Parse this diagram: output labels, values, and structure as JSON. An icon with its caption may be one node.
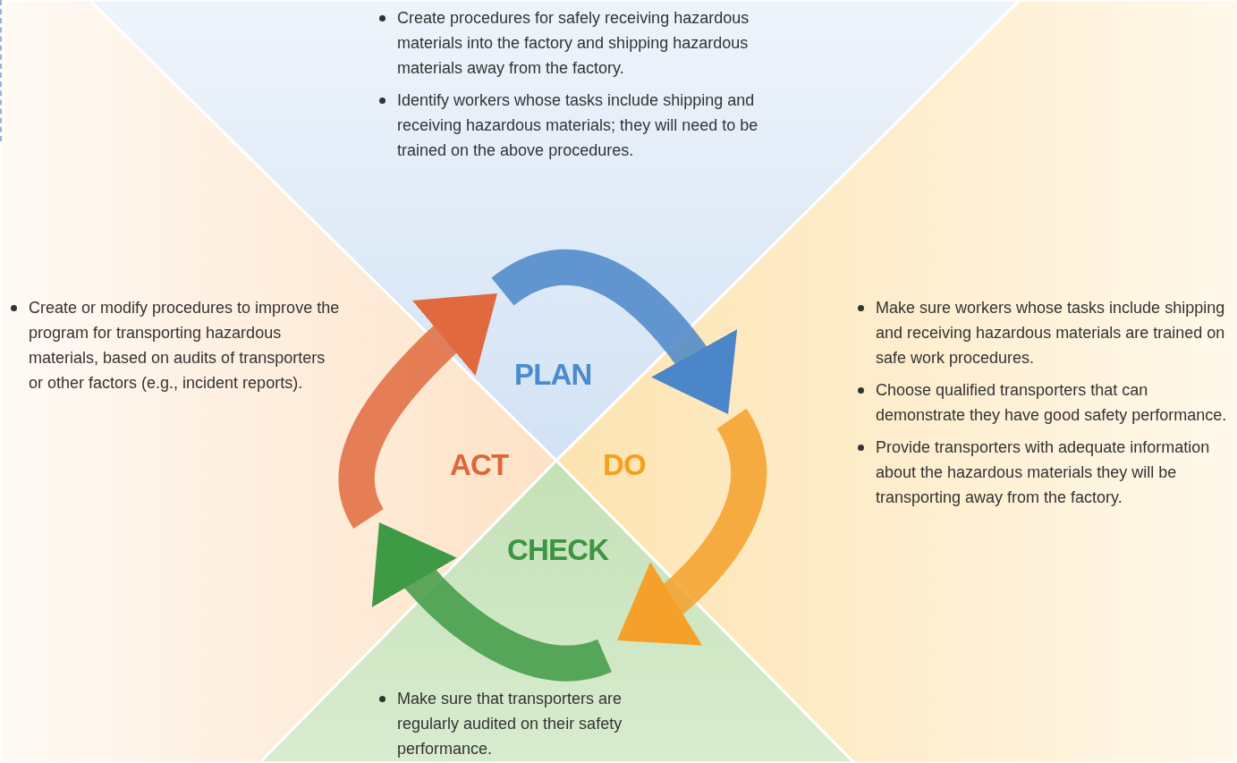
{
  "diagram": {
    "nodes": [
      {
        "text": [
          "Create procedures for safely receiving hazardous materials into the factory and shipping hazardous materials away from the factory.",
          "Identify workers whose tasks include shipping and receiving hazardous materials; they will need to be trained on the above procedures.",
          "PLAN"
        ]
      },
      {
        "text": [
          "Create or modify procedures to improve the program for transporting hazardous materials, based on audits of transporters or other factors (e.g., incident reports).",
          "ACT"
        ]
      },
      {
        "text": [
          "Make sure workers whose tasks include shipping and receiving hazardous materials are trained on safe work procedures.",
          "Choose qualified transporters that can demonstrate they have good safety performance.",
          "Provide transporters with adequate information about the hazardous materials they will be transporting away from the factory.",
          "DO"
        ]
      },
      {
        "text": [
          "CHECK",
          "Make sure that transporters are regularly audited on their safety performance."
        ]
      }
    ],
    "edges": [
      {
        "from": 0,
        "to": 2,
        "arrow": "to",
        "color": "#4a86c8"
      },
      {
        "from": 2,
        "to": 3,
        "arrow": "to",
        "color": "#f5a02a"
      },
      {
        "from": 3,
        "to": 1,
        "arrow": "to",
        "color": "#3f9a45"
      },
      {
        "from": 1,
        "to": 0,
        "arrow": "to",
        "color": "#e06a3e"
      }
    ]
  }
}
